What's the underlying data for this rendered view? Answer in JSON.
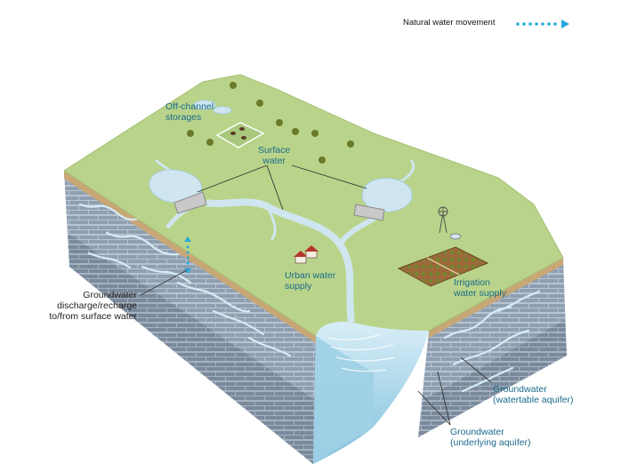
{
  "legend": {
    "label": "Natural water movement",
    "icon": "dotted-arrow-icon"
  },
  "labels": {
    "off_channel_storages": "Off-channel\nstorages",
    "surface_water": "Surface\nwater",
    "urban_water_supply": "Urban water\nsupply",
    "irrigation_water_supply": "Irrigation\nwater supply",
    "groundwater_discharge": "Groundwater\ndischarge/recharge\nto/from surface water",
    "groundwater_watertable": "Groundwater\n(watertable aquifer)",
    "groundwater_underlying": "Groundwater\n(underlying aquifer)"
  },
  "colors": {
    "land": "#b9d48a",
    "water": "#cfe6f0",
    "water_line": "#6fb8d6",
    "rock": "#8d9fb3",
    "soil_band": "#c8a777",
    "label_text": "#1a6a8a",
    "legend_arrow": "#27a9d8"
  }
}
